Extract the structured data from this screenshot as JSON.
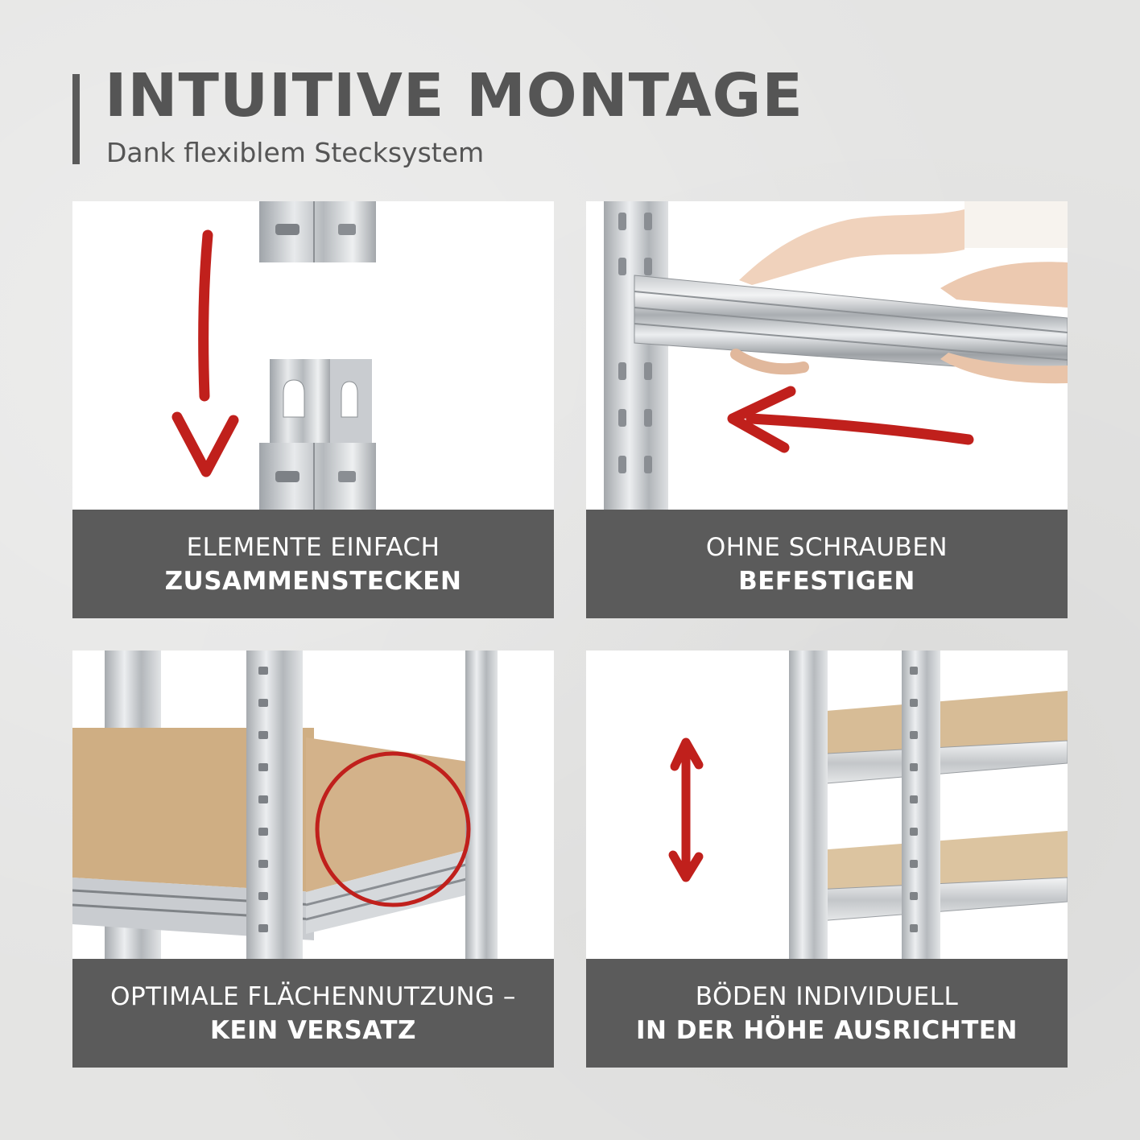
{
  "header": {
    "title": "INTUITIVE MONTAGE",
    "subtitle": "Dank flexiblem Stecksystem"
  },
  "tiles": [
    {
      "line1": "ELEMENTE EINFACH",
      "line2": "ZUSAMMENSTECKEN",
      "image": "posts-plugging-together-with-down-arrow"
    },
    {
      "line1": "OHNE SCHRAUBEN",
      "line2": "BEFESTIGEN",
      "image": "hands-inserting-crossbar-with-left-arrow"
    },
    {
      "line1": "OPTIMALE FLÄCHENNUTZUNG –",
      "line2": "KEIN VERSATZ",
      "image": "shelf-board-with-magnifier-circle"
    },
    {
      "line1": "BÖDEN INDIVIDUELL",
      "line2": "IN DER HÖHE AUSRICHTEN",
      "image": "adjustable-shelves-with-up-down-arrow"
    }
  ],
  "colors": {
    "accent_red": "#c0201c",
    "caption_bg": "#5b5b5b",
    "heading": "#555555",
    "board": "#d2b38a",
    "steel": "#c9ccd0"
  }
}
